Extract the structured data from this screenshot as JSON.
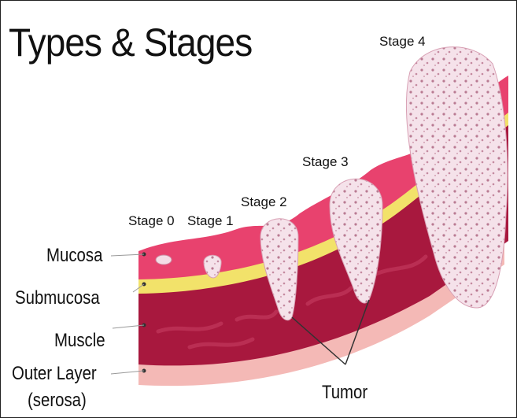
{
  "title": "Types & Stages",
  "stages": {
    "stage0": "Stage 0",
    "stage1": "Stage 1",
    "stage2": "Stage 2",
    "stage3": "Stage 3",
    "stage4": "Stage 4"
  },
  "layers": {
    "mucosa": "Mucosa",
    "submucosa": "Submucosa",
    "muscle": "Muscle",
    "outer_layer": "Outer Layer",
    "serosa": "(serosa)"
  },
  "tumor_label": "Tumor",
  "colors": {
    "mucosa": "#e8426e",
    "submucosa": "#f2e26a",
    "muscle": "#a8183e",
    "serosa": "#f4b9b6",
    "tumor": "#f4dde6"
  }
}
